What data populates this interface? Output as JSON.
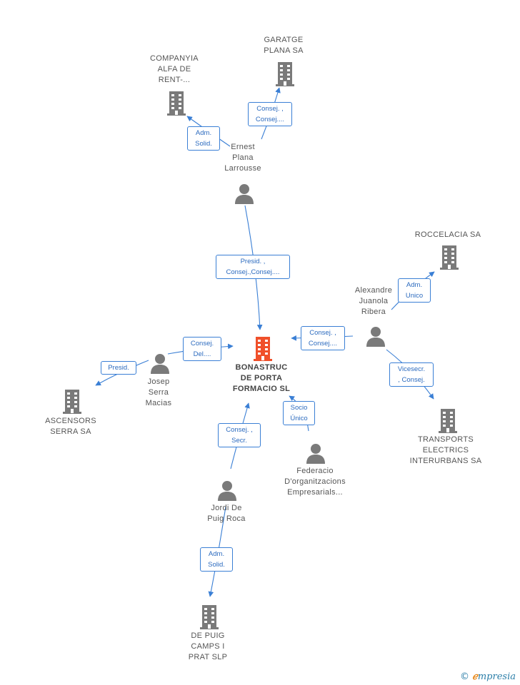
{
  "colors": {
    "edge": "#3a7fd5",
    "node_icon": "#7a7a7a",
    "center_icon": "#f0502a",
    "role_text": "#2c6bbf"
  },
  "nodes": {
    "center": {
      "label": "BONASTRUC\nDE PORTA\nFORMACIO SL",
      "kind": "company",
      "icon": "building-icon"
    },
    "companyia": {
      "label": "COMPANYIA\nALFA DE\nRENT-...",
      "kind": "company",
      "icon": "building-icon"
    },
    "garatge": {
      "label": "GARATGE\nPLANA SA",
      "kind": "company",
      "icon": "building-icon"
    },
    "ernest": {
      "label": "Ernest\nPlana\nLarrousse",
      "kind": "person",
      "icon": "person-icon"
    },
    "roccelacia": {
      "label": "ROCCELACIA SA",
      "kind": "company",
      "icon": "building-icon"
    },
    "alexandre": {
      "label": "Alexandre\nJuanola\nRibera",
      "kind": "person",
      "icon": "person-icon"
    },
    "transports": {
      "label": "TRANSPORTS\nELECTRICS\nINTERURBANS SA",
      "kind": "company",
      "icon": "building-icon"
    },
    "josep": {
      "label": "Josep\nSerra\nMacias",
      "kind": "person",
      "icon": "person-icon"
    },
    "ascensors": {
      "label": "ASCENSORS\nSERRA SA",
      "kind": "company",
      "icon": "building-icon"
    },
    "federacio": {
      "label": "Federacio\nD'organitzacions\nEmpresarials...",
      "kind": "person",
      "icon": "person-icon"
    },
    "jordi": {
      "label": "Jordi De\nPuig Roca",
      "kind": "person",
      "icon": "person-icon"
    },
    "depuig": {
      "label": "DE PUIG\nCAMPS I\nPRAT SLP",
      "kind": "company",
      "icon": "building-icon"
    }
  },
  "roles": {
    "ernest_companyia": "Adm.\nSolid.",
    "ernest_garatge": "Consej. ,\nConsej....",
    "ernest_center": "Presid. ,\nConsej.,Consej....",
    "alexandre_roccelacia": "Adm.\nUnico",
    "alexandre_center": "Consej. ,\nConsej....",
    "alexandre_transports": "Vicesecr.\n, Consej.",
    "josep_center": "Consej.\nDel....",
    "josep_ascensors": "Presid.",
    "federacio_center": "Socio\nÚnico",
    "jordi_center": "Consej. ,\nSecr.",
    "jordi_depuig": "Adm.\nSolid."
  },
  "brand": {
    "copyright": "©",
    "e": "ℯ",
    "rest": "mpresia"
  }
}
